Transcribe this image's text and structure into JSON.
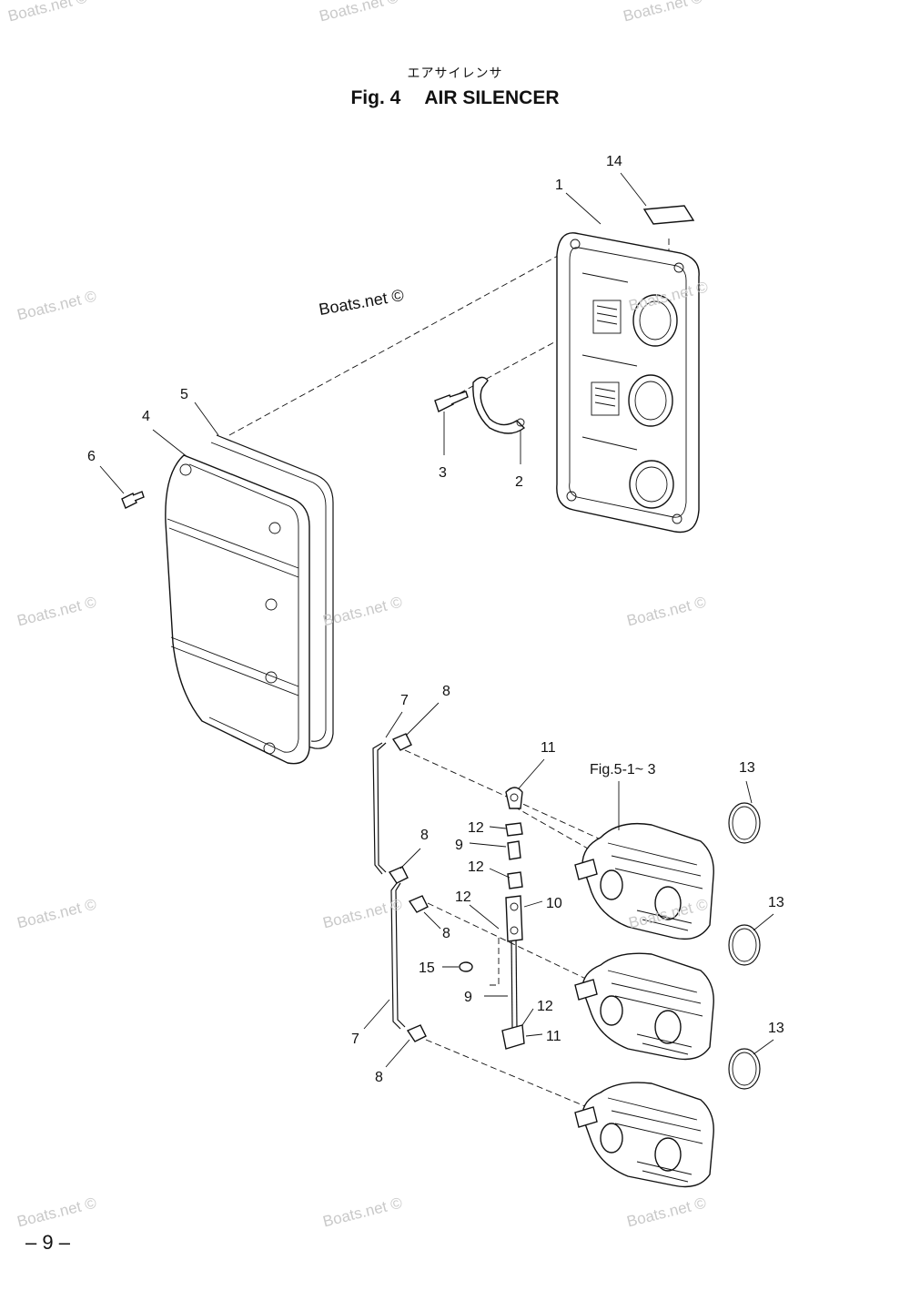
{
  "header": {
    "jp_title": "エアサイレンサ",
    "fig_label": "Fig. 4",
    "title": "AIR SILENCER"
  },
  "watermark": "Boats.net ©",
  "reference_label": "Fig.5-1~ 3",
  "page_number": "– 9 –",
  "callouts": [
    "14",
    "1",
    "5",
    "4",
    "6",
    "3",
    "2",
    "7",
    "8",
    "11",
    "12",
    "9",
    "12",
    "8",
    "10",
    "12",
    "8",
    "15",
    "9",
    "12",
    "7",
    "11",
    "8",
    "13",
    "13",
    "13"
  ]
}
